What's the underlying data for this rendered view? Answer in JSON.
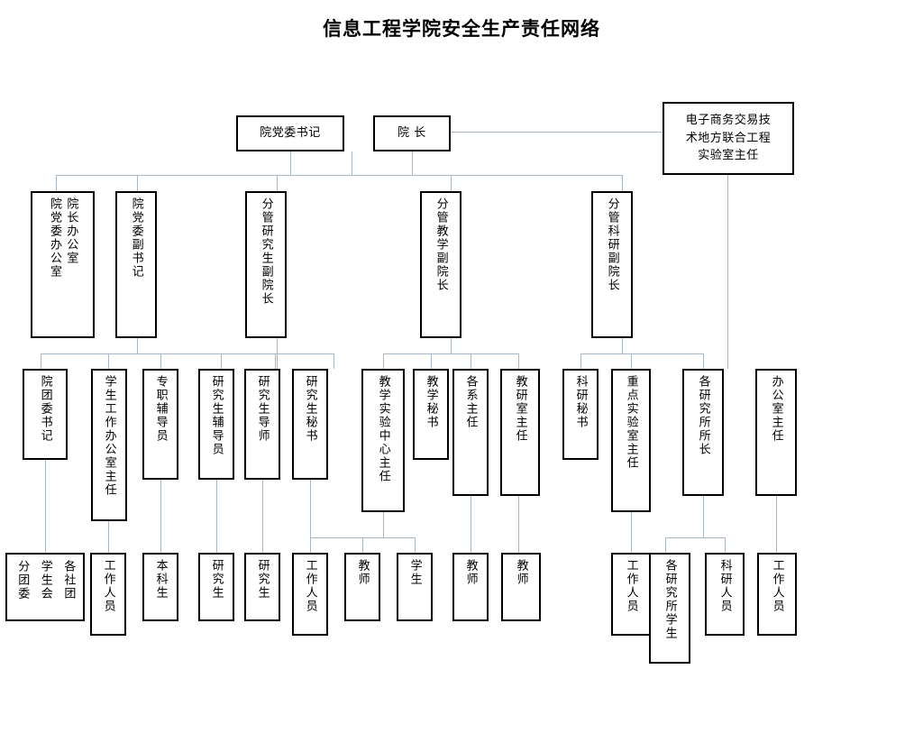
{
  "title": "信息工程学院安全生产责任网络",
  "colors": {
    "box_border": "#000000",
    "connector": "#a9b6c4",
    "background": "#ffffff",
    "text": "#000000"
  },
  "nodes": {
    "party_secretary": {
      "label": "院党委书记"
    },
    "dean": {
      "label": "院  长"
    },
    "ecommerce_lab_director": {
      "label": "电子商务交易技\n术地方联合工程\n实验室主任"
    },
    "dean_office": {
      "col_right": "院长办公室",
      "col_left": "院党委办公室"
    },
    "party_deputy_secretary": {
      "label": "院党委副书记"
    },
    "vice_dean_graduate": {
      "label": "分管研究生副院长"
    },
    "vice_dean_teaching": {
      "label": "分管教学副院长"
    },
    "vice_dean_research": {
      "label": "分管科研副院长"
    },
    "youth_league_secretary": {
      "label": "院团委书记"
    },
    "student_affairs_office_director": {
      "label": "学生工作办公室主任"
    },
    "full_time_counselor": {
      "label": "专职辅导员"
    },
    "graduate_counselor": {
      "label": "研究生辅导员"
    },
    "graduate_supervisor": {
      "label": "研究生导师"
    },
    "graduate_secretary": {
      "label": "研究生秘书"
    },
    "teaching_lab_center_director": {
      "label": "教学实验中心主任"
    },
    "teaching_secretary": {
      "label": "教学秘书"
    },
    "department_heads": {
      "label": "各系主任"
    },
    "teaching_office_director": {
      "label": "教研室主任"
    },
    "research_secretary": {
      "label": "科研秘书"
    },
    "key_lab_director": {
      "label": "重点实验室主任"
    },
    "institute_directors": {
      "label": "各研究所所长"
    },
    "office_director": {
      "label": "办公室主任"
    },
    "student_orgs": {
      "col_right": "各社团",
      "col_mid": "学生会",
      "col_left": "分团委"
    },
    "staff_1": {
      "label": "工作人员"
    },
    "undergraduates": {
      "label": "本科生"
    },
    "graduates_1": {
      "label": "研究生"
    },
    "graduates_2": {
      "label": "研究生"
    },
    "staff_2": {
      "label": "工作人员"
    },
    "teachers_1": {
      "label": "教师"
    },
    "students_1": {
      "label": "学生"
    },
    "teachers_2": {
      "label": "教师"
    },
    "teachers_3": {
      "label": "教师"
    },
    "staff_3": {
      "label": "工作人员"
    },
    "institute_students": {
      "label": "各研究所学生"
    },
    "research_staff": {
      "label": "科研人员"
    },
    "staff_4": {
      "label": "工作人员"
    }
  }
}
